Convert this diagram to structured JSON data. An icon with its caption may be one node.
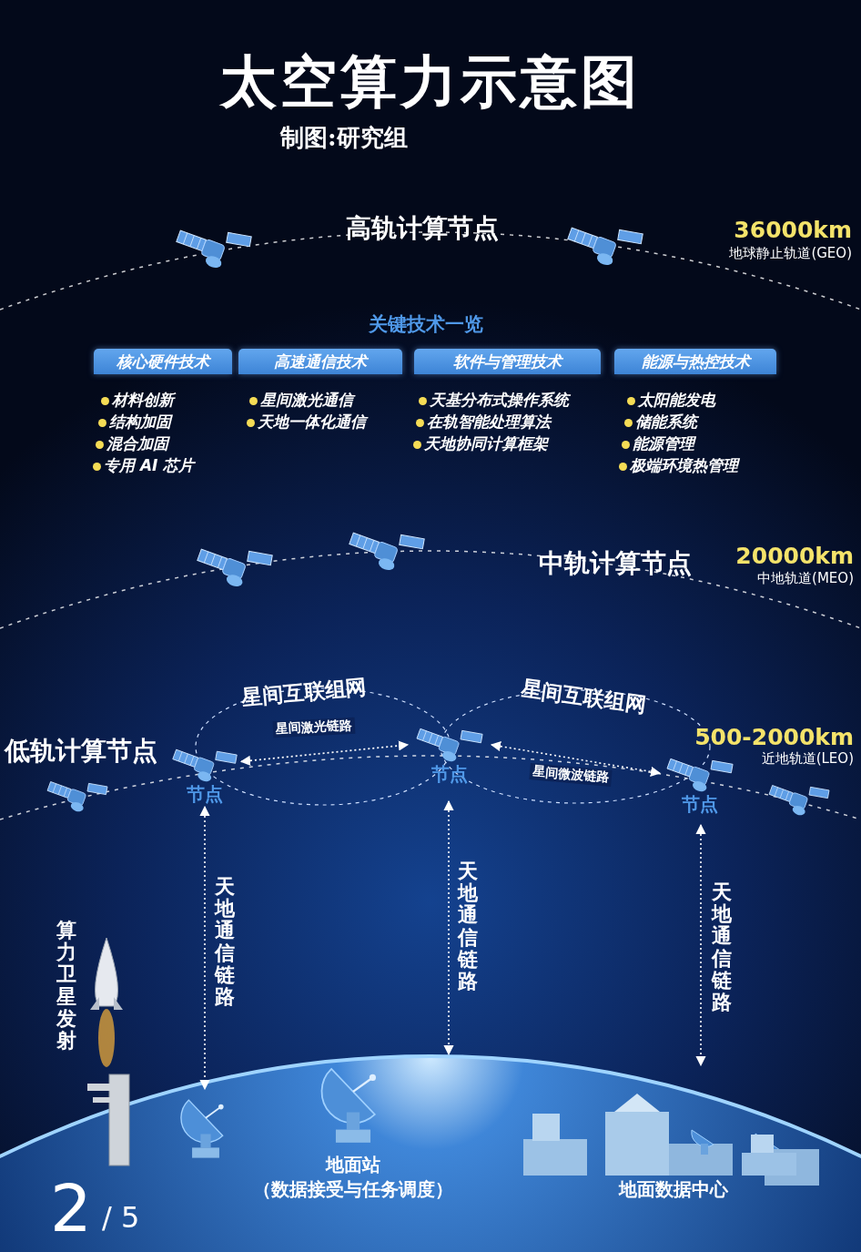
{
  "diagram": {
    "title": "太空算力示意图",
    "nodes": [
      {
        "text": [
          "核心硬件技术"
        ],
        "beside": [
          "材料创新",
          "结构加固",
          "混合加固",
          "专用 AI 芯片"
        ]
      },
      {
        "text": [
          "高速通信技术"
        ],
        "beside": [
          "星间激光通信",
          "天地一体化通信"
        ]
      },
      {
        "text": [
          "软件与管理技术"
        ],
        "beside": [
          "天基分布式操作系统",
          "在轨智能处理算法",
          "天地协同计算框架"
        ]
      },
      {
        "text": [
          "能源与热控技术"
        ],
        "beside": [
          "太阳能发电",
          "储能系统",
          "能源管理",
          "极端环境热管理"
        ]
      },
      {
        "text": [
          "节点"
        ]
      },
      {
        "text": [
          "节点"
        ]
      },
      {
        "text": [
          "节点"
        ]
      },
      {
        "text": [],
        "shape": "picture"
      },
      {
        "text": [
          "地面站",
          "（数据接受与任务调度）"
        ]
      },
      {
        "text": [
          "地面数据中心"
        ]
      }
    ],
    "edges": [
      {
        "from": 4,
        "to": 5,
        "arrow": "both",
        "label": "星间激光链路"
      },
      {
        "from": 5,
        "to": 6,
        "arrow": "both",
        "label": "星间微波链路"
      },
      {
        "from": 4,
        "to": 7,
        "arrow": "both",
        "label": "天地通信链路"
      },
      {
        "from": 5,
        "to": 8,
        "arrow": "both",
        "label": "天地通信链路"
      },
      {
        "from": 6,
        "to": 9,
        "arrow": "both",
        "label": "天地通信链路"
      }
    ],
    "labels": [
      "制图:研究组",
      "高轨计算节点",
      "36000km",
      "地球静止轨道(GEO)",
      "关键技术一览",
      "中轨计算节点",
      "20000km",
      "中地轨道(MEO)",
      "星间互联组网",
      "星间互联组网",
      "低轨计算节点",
      "500-2000km",
      "近地轨道(LEO)",
      "算力卫星发射",
      "2",
      "/ 5"
    ]
  }
}
